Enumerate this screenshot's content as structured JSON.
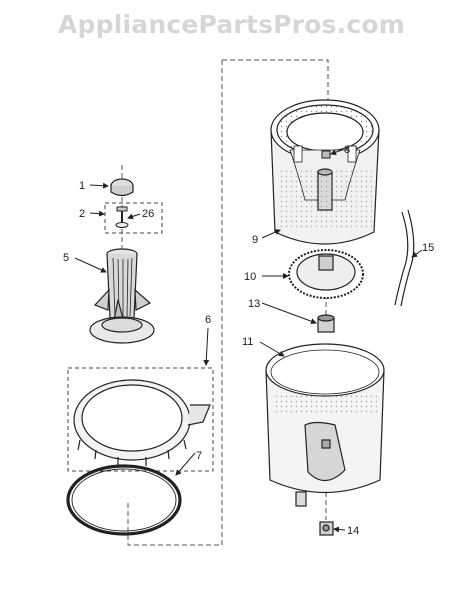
{
  "watermark": "AppliancePartsPros.com",
  "callouts": {
    "c1": "1",
    "c2": "2",
    "c26": "26",
    "c5": "5",
    "c6": "6",
    "c7": "7",
    "c8": "8",
    "c9": "9",
    "c10": "10",
    "c11": "11",
    "c13": "13",
    "c14": "14",
    "c15": "15"
  }
}
